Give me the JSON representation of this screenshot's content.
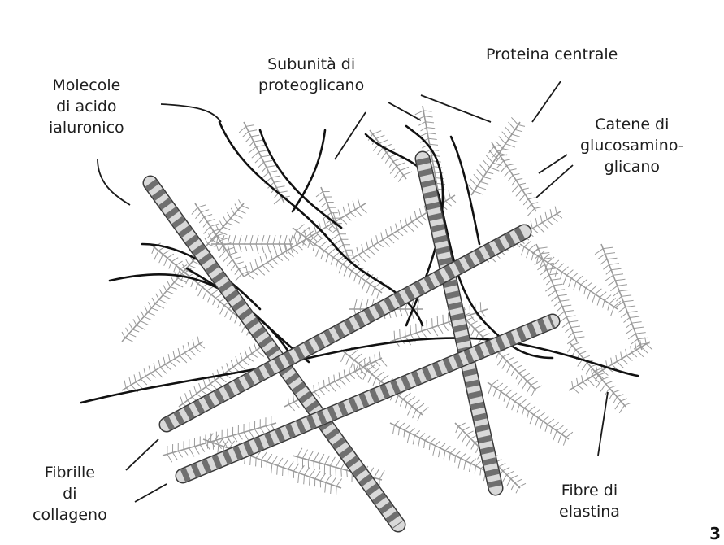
{
  "labels": {
    "hyaluronic": [
      "Molecole",
      "di acido",
      "ialuronico"
    ],
    "proteoglycan_subunit": [
      "Subunità di",
      "proteoglicano"
    ],
    "core_protein": [
      "Proteina centrale"
    ],
    "gag_chains": [
      "Catene di",
      "glucosamino-",
      "glicano"
    ],
    "collagen": [
      "Fibrille",
      "di",
      "collageno"
    ],
    "elastin": [
      "Fibre di",
      "elastina"
    ]
  },
  "figure_number": "3",
  "colors": {
    "collagen_dark": "#6f6f6f",
    "collagen_light": "#d9d9d9",
    "proteoglycan": "#9a9a9a",
    "elastin": "#111111",
    "leader": "#1a1a1a"
  }
}
